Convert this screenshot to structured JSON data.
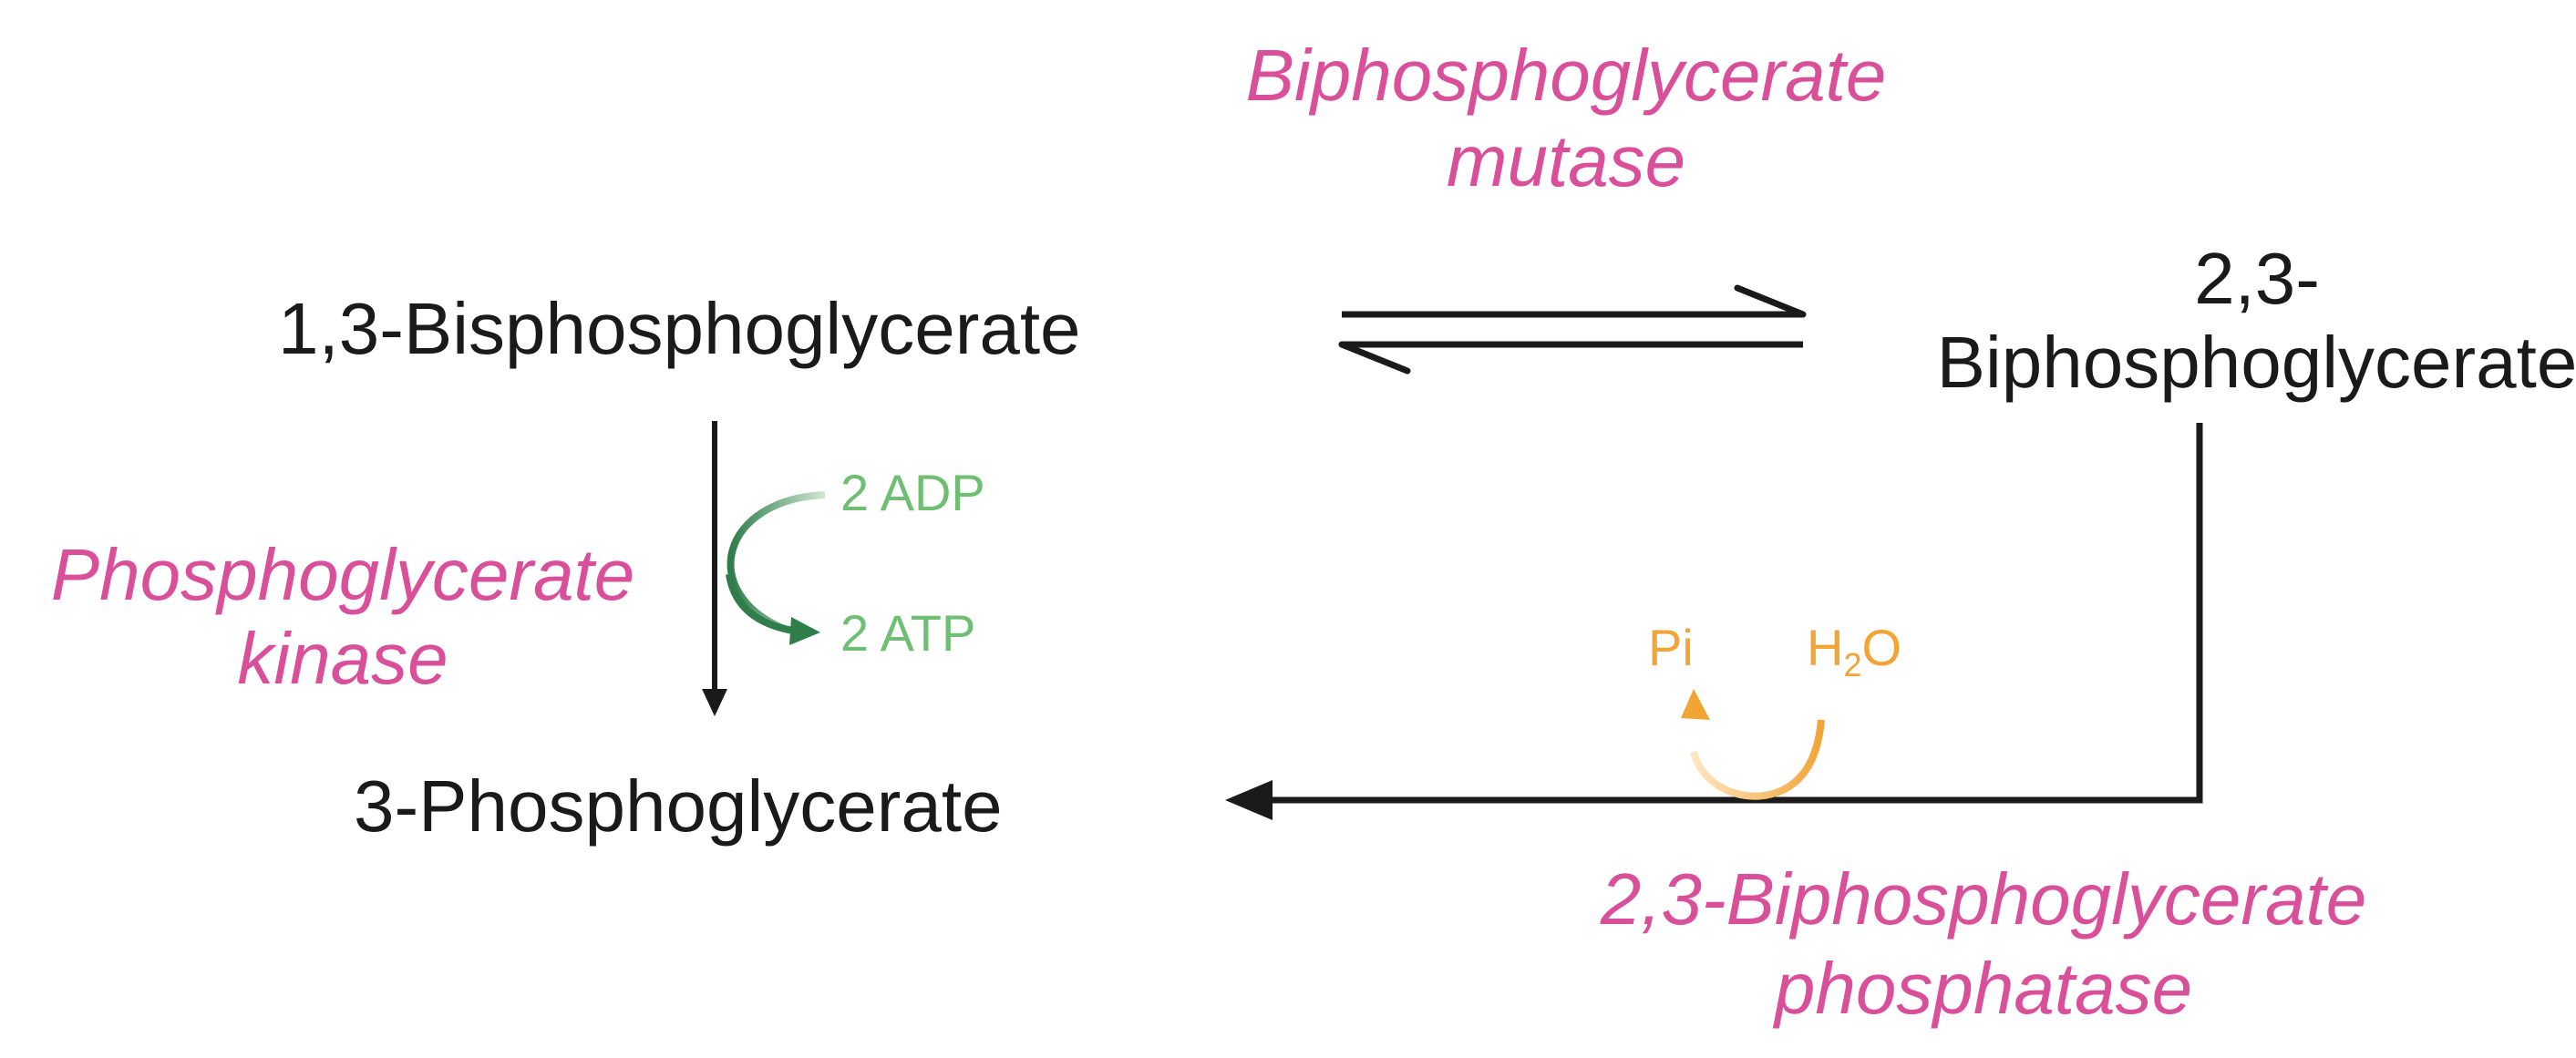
{
  "molecules": {
    "bpg13": "1,3-Bisphosphoglycerate",
    "bpg23_line1": "2,3-",
    "bpg23_line2": "Biphosphoglycerate",
    "pg3": "3-Phosphoglycerate"
  },
  "enzymes": {
    "mutase_line1": "Biphosphoglycerate",
    "mutase_line2": "mutase",
    "kinase_line1": "Phosphoglycerate",
    "kinase_line2": "kinase",
    "phosphatase_line1": "2,3-Biphosphoglycerate",
    "phosphatase_line2": "phosphatase"
  },
  "cofactors": {
    "adp": "2 ADP",
    "atp": "2 ATP",
    "pi": "Pi",
    "water_main": "H",
    "water_sub": "2",
    "water_end": "O"
  },
  "colors": {
    "molecule": "#1a1a1a",
    "enzyme": "#d94f9a",
    "green_cofactor": "#6fbf73",
    "orange_cofactor": "#f2a435"
  }
}
